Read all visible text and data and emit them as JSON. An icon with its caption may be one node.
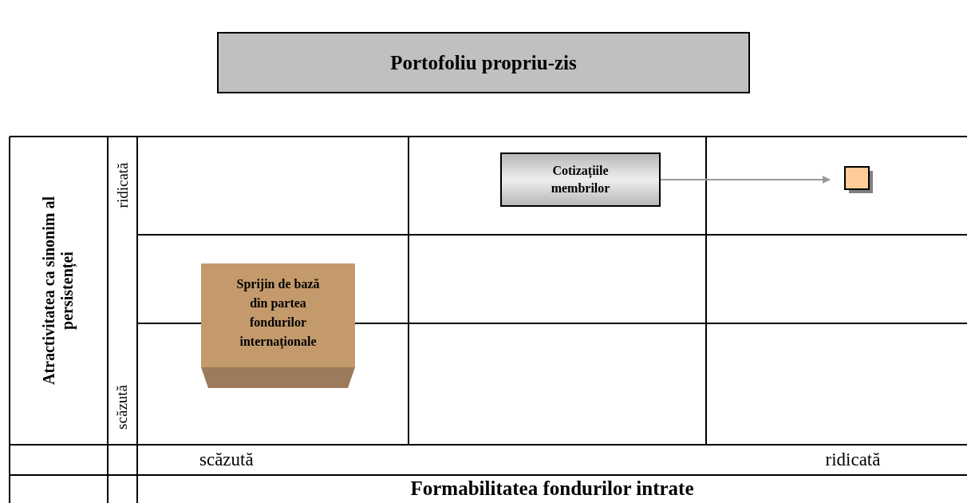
{
  "diagram": {
    "nodes": [
      {
        "text": [
          "Portofoliu propriu-zis"
        ]
      },
      {
        "text": [
          "Cotizațiile membrilor"
        ]
      },
      {
        "text": [],
        "shape": "box"
      },
      {
        "text": [
          "Sprijin de bază din partea fondurilor internaționale"
        ]
      }
    ],
    "edges": [
      {
        "from": 1,
        "to": 2,
        "arrow": "to"
      }
    ],
    "labels": [
      "Atractivitatea ca sinonim al persistenței",
      "ridicată",
      "scăzută",
      "scăzută",
      "ridicată",
      "Formabilitatea fondurilor intrate"
    ]
  }
}
